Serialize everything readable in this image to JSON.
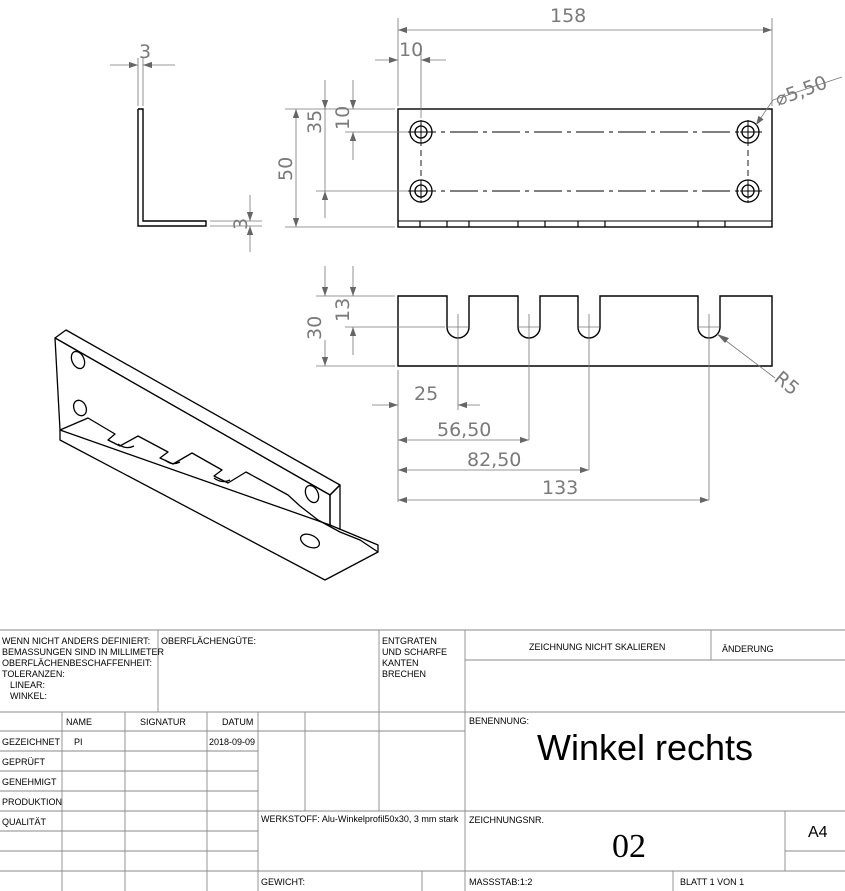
{
  "dimensions": {
    "thickness_top": "3",
    "thickness_side": "3",
    "overall_length": "158",
    "hole_offset_x": "10",
    "hole_diameter": "⌀5,50",
    "hole_row1": "35",
    "hole_offset_y": "10",
    "height": "50",
    "slot_depth": "13",
    "flange_height": "30",
    "slot_radius": "R5",
    "slot1": "25",
    "slot2": "56,50",
    "slot3": "82,50",
    "slot4": "133"
  },
  "title_block": {
    "general_notes": [
      "WENN NICHT ANDERS DEFINIERT:",
      "BEMASSUNGEN SIND IN MILLIMETER",
      "OBERFLÄCHENBESCHAFFENHEIT:",
      "TOLERANZEN:",
      "LINEAR:",
      "WINKEL:"
    ],
    "surface_label": "OBERFLÄCHENGÜTE:",
    "deburr_note": [
      "ENTGRATEN",
      "UND SCHARFE",
      "KANTEN",
      "BRECHEN"
    ],
    "no_scale": "ZEICHNUNG NICHT SKALIEREN",
    "revision": "ÄNDERUNG",
    "col_name": "NAME",
    "col_signature": "SIGNATUR",
    "col_date": "DATUM",
    "rows": [
      "GEZEICHNET",
      "GEPRÜFT",
      "GENEHMIGT",
      "PRODUKTION",
      "QUALITÄT"
    ],
    "drawn_by": "PI",
    "drawn_date": "2018-09-09",
    "material": "WERKSTOFF: Alu-Winkelprofil50x30, 3 mm stark",
    "weight": "GEWICHT:",
    "name_label": "BENENNUNG:",
    "title": "Winkel rechts",
    "drawing_no_label": "ZEICHNUNGSNR.",
    "drawing_no": "02",
    "size": "A4",
    "scale": "MASSSTAB:1:2",
    "sheet": "BLATT 1 VON 1"
  }
}
